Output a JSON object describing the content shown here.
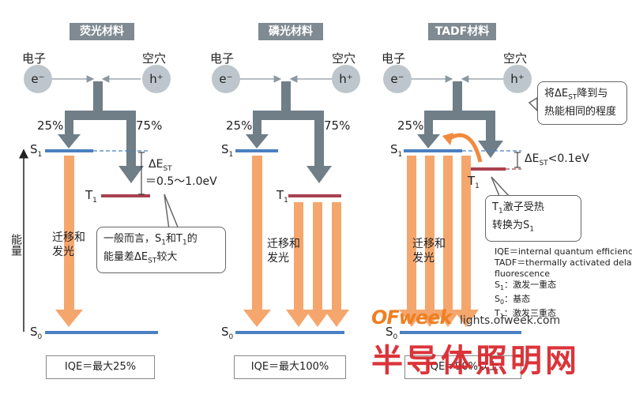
{
  "panels": [
    {
      "title": "荧光材料",
      "electron_label": "电子",
      "hole_label": "空穴",
      "electron_symbol": "e⁻",
      "hole_symbol": "h⁺",
      "pct_left": "25%",
      "pct_right": "75%",
      "s1": "S",
      "s1_sub": "1",
      "t1": "T",
      "t1_sub": "1",
      "s0": "S",
      "s0_sub": "0",
      "emission_label_1": "迁移和",
      "emission_label_2": "发光",
      "iqe": "IQE＝最大25%"
    },
    {
      "title": "磷光材料",
      "electron_label": "电子",
      "hole_label": "空穴",
      "electron_symbol": "e⁻",
      "hole_symbol": "h⁺",
      "pct_left": "25%",
      "pct_right": "75%",
      "s1": "S",
      "s1_sub": "1",
      "t1": "T",
      "t1_sub": "1",
      "s0": "S",
      "s0_sub": "0",
      "emission_label_1": "迁移和",
      "emission_label_2": "发光",
      "iqe": "IQE＝最大100%"
    },
    {
      "title": "TADF材料",
      "electron_label": "电子",
      "hole_label": "空穴",
      "electron_symbol": "e⁻",
      "hole_symbol": "h⁺",
      "pct_left": "25%",
      "s1": "S",
      "s1_sub": "1",
      "t1": "T",
      "t1_sub": "1",
      "s0": "S",
      "s0_sub": "0",
      "emission_label_1": "迁移和",
      "emission_label_2": "发光",
      "iqe": "IQE＝90%以上"
    }
  ],
  "energy_axis_label": "能量",
  "delta_est_1": "ΔE",
  "delta_est_1_sub": "ST",
  "delta_est_1_value": "＝0.5～1.0eV",
  "delta_est_3": "ΔE",
  "delta_est_3_sub": "ST",
  "delta_est_3_value": "<0.1eV",
  "note_general": {
    "line1_a": "一般而言，S",
    "line1_sub1": "1",
    "line1_b": "和T",
    "line1_sub2": "1",
    "line1_c": "的",
    "line2_a": "能量差ΔE",
    "line2_sub": "ST",
    "line2_b": "较大"
  },
  "note_reduce": {
    "line1_a": "将ΔE",
    "line1_sub": "ST",
    "line1_b": "降到与",
    "line2": "热能相同的程度"
  },
  "note_thermal": {
    "line1_a": "T",
    "line1_sub": "1",
    "line1_b": "激子受热",
    "line2_a": "转换为S",
    "line2_sub": "1"
  },
  "legend": {
    "iqe": "IQE＝internal quantum efficiency",
    "tadf_1": "TADF＝thermally activated delayed",
    "tadf_2": "fluorescence",
    "s1": "：激发一重态",
    "s0": "：基态",
    "t1": "：激发三重态"
  },
  "watermark": {
    "brand": "OFweek",
    "url": "lights.ofweek.com",
    "cn": "半导体照明网"
  },
  "colors": {
    "singlet_blue": "#4a7fc1",
    "triplet_red": "#a8414f",
    "emission_orange": "#f5a66d",
    "arrow_gray": "#6f7e87",
    "header_gray": "#7f8a92",
    "circle_gray": "#bcc6cc"
  }
}
